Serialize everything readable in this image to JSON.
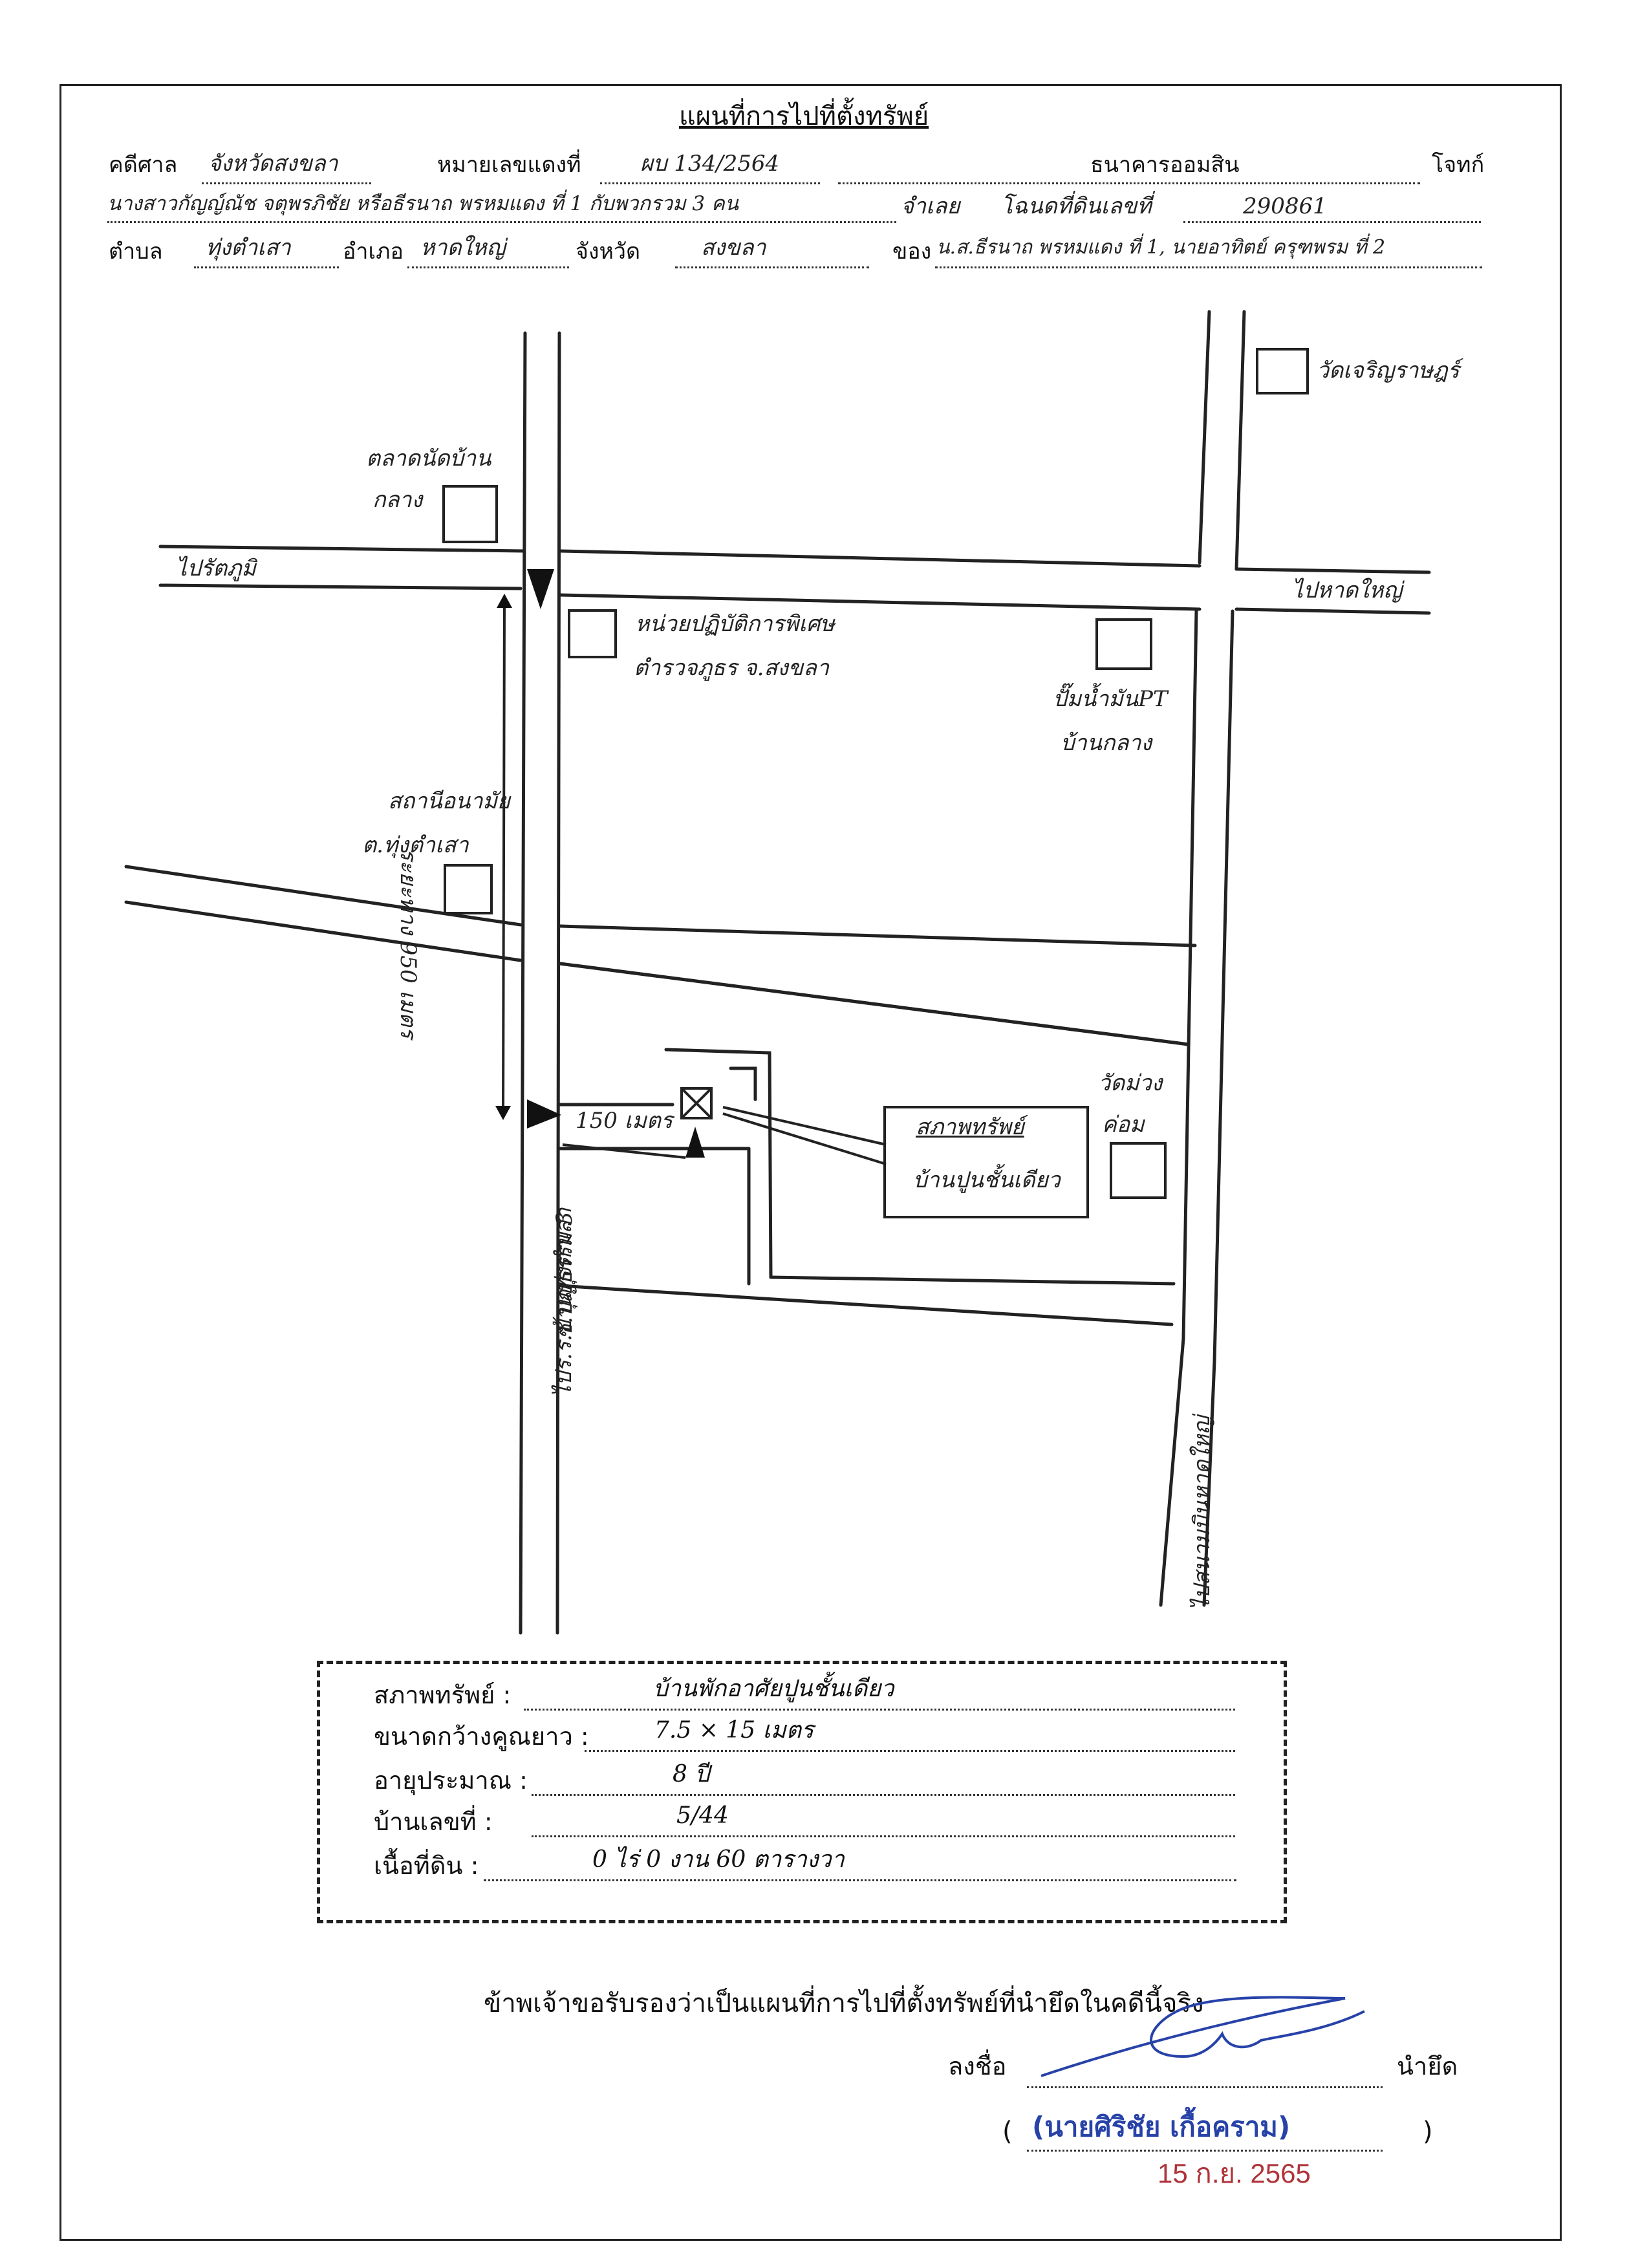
{
  "header": {
    "title": "แผนที่การไปที่ตั้งทรัพย์",
    "court_label": "คดีศาล",
    "court_value": "จังหวัดสงขลา",
    "case_no_label": "หมายเลขแดงที่",
    "case_no_value": "ผบ 134/2564",
    "plaintiff_value": "ธนาคารออมสิน",
    "plaintiff_label": "โจทก์",
    "defendant_value": "นางสาวกัญญ์ณัช จตุพรภิชัย หรือธีรนาถ พรหมแดง ที่ 1 กับพวกรวม 3 คน",
    "defendant_label": "จำเลย",
    "deed_label": "โฉนดที่ดินเลขที่",
    "deed_value": "290861",
    "subdistrict_label": "ตำบล",
    "subdistrict_value": "ทุ่งตำเสา",
    "district_label": "อำเภอ",
    "district_value": "หาดใหญ่",
    "province_label": "จังหวัด",
    "province_value": "สงขลา",
    "owner_label": "ของ",
    "owner_value": "น.ส.ธีรนาถ พรหมแดง ที่ 1, นายอาทิตย์ ครุฑพรม ที่ 2"
  },
  "map": {
    "wat_charoen": "วัดเจริญราษฎร์",
    "market_line1": "ตลาดนัดบ้าน",
    "market_line2": "กลาง",
    "to_sritrang": "ไปรัตภูมิ",
    "to_hatyai": "ไปหาดใหญ่",
    "unit_line1": "หน่วยปฏิบัติการพิเศษ",
    "unit_line2": "ตำรวจภูธร จ.สงขลา",
    "gas_line1": "ปั๊มน้ำมันPT",
    "gas_line2": "บ้านกลาง",
    "health_line1": "สถานีอนามัย",
    "health_line2": "ต.ทุ่งตำเสา",
    "distance_vertical": "ระยะทาง 950 เมตร",
    "distance_horizontal": "150 เมตร",
    "wat_muang_line1": "วัดม่วง",
    "wat_muang_line2": "ค่อม",
    "property_line1": "สภาพทรัพย์",
    "property_line2": "บ้านปูนชั้นเดียว",
    "road_left": "ไปร.ร.บ้านทุ่งตำเสา",
    "road_soi": "ซ.บุญธรรม 3",
    "road_right": "ไปสนามบินหาดใหญ่"
  },
  "legend": {
    "condition_label": "สภาพทรัพย์ :",
    "condition_value": "บ้านพักอาศัยปูนชั้นเดียว",
    "size_label": "ขนาดกว้างคูณยาว :",
    "size_value": "7.5 × 15 เมตร",
    "age_label": "อายุประมาณ :",
    "age_value": "8 ปี",
    "house_no_label": "บ้านเลขที่ :",
    "house_no_value": "5/44",
    "area_label": "เนื้อที่ดิน :",
    "area_value": "0 ไร่ 0 งาน 60 ตารางวา"
  },
  "footer": {
    "certify": "ข้าพเจ้าขอรับรองว่าเป็นแผนที่การไปที่ตั้งทรัพย์ที่นำยึดในคดีนี้จริง",
    "sign_label": "ลงชื่อ",
    "seizer_label": "นำยึด",
    "paren_open": "(",
    "signer_name": "(นายศิริชัย เกื้อคราม)",
    "paren_close": ")",
    "date_stamp": "15 ก.ย. 2565"
  },
  "colors": {
    "ink": "#222222",
    "stamp_blue": "#2742a8",
    "stamp_red": "#b0333a"
  }
}
